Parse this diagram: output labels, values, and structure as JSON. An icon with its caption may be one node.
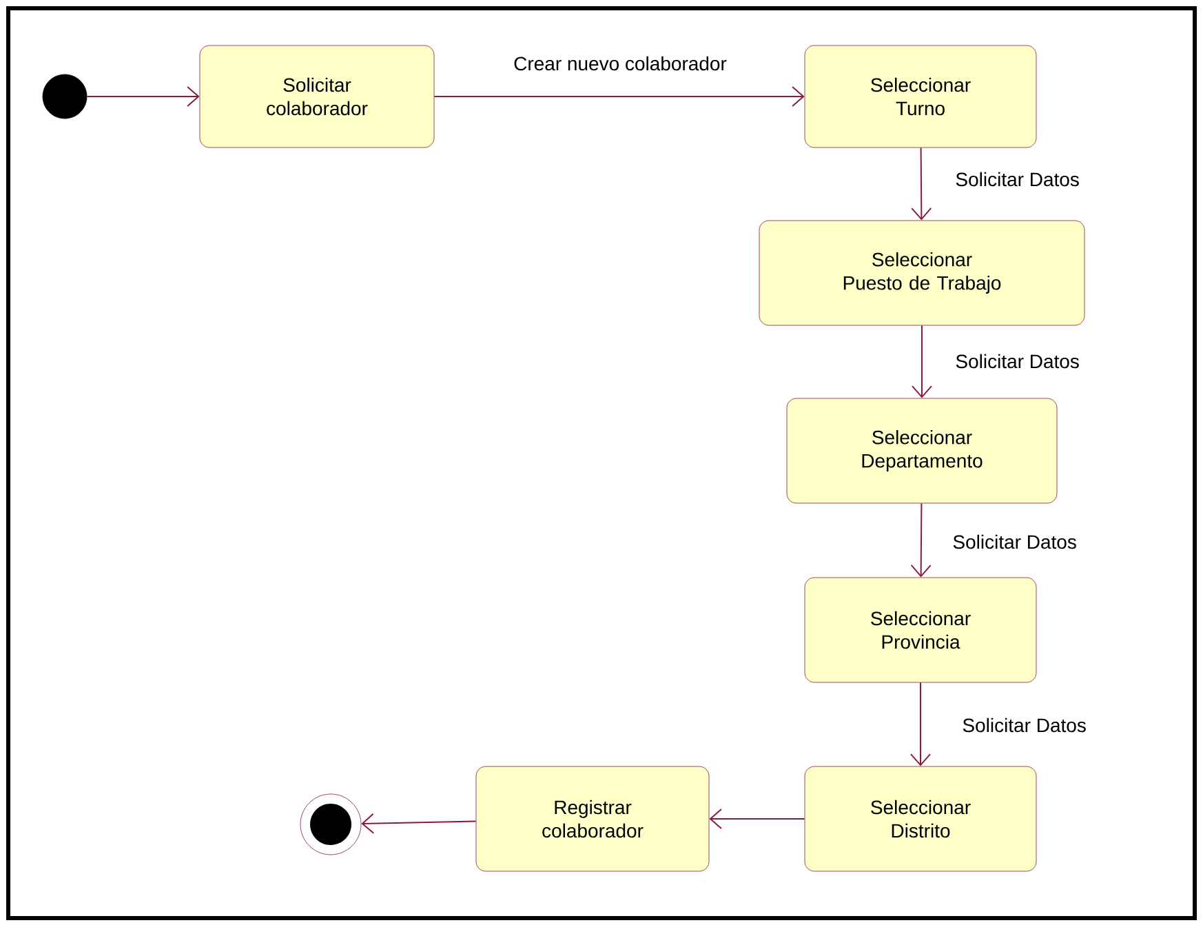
{
  "diagram": {
    "nodes": [
      {
        "text": [],
        "shape": "circle"
      },
      {
        "text": [
          "Solicitar colaborador"
        ]
      },
      {
        "text": [
          "Seleccionar Turno"
        ]
      },
      {
        "text": [
          "Seleccionar Puesto de Trabajo"
        ]
      },
      {
        "text": [
          "Seleccionar Departamento"
        ]
      },
      {
        "text": [
          "Seleccionar Provincia"
        ]
      },
      {
        "text": [
          "Seleccionar Distrito"
        ]
      },
      {
        "text": [
          "Registrar colaborador"
        ]
      },
      {
        "text": [],
        "shape": "bullseye"
      }
    ],
    "edges": [
      {
        "from": 0,
        "to": 1,
        "arrow": "to"
      },
      {
        "from": 1,
        "to": 2,
        "arrow": "to",
        "label": "Crear nuevo colaborador"
      },
      {
        "from": 2,
        "to": 3,
        "arrow": "to",
        "label": "Solicitar Datos"
      },
      {
        "from": 3,
        "to": 4,
        "arrow": "to",
        "label": "Solicitar Datos"
      },
      {
        "from": 4,
        "to": 5,
        "arrow": "to",
        "label": "Solicitar Datos"
      },
      {
        "from": 5,
        "to": 6,
        "arrow": "to",
        "label": "Solicitar Datos"
      },
      {
        "from": 6,
        "to": 7,
        "arrow": "to"
      },
      {
        "from": 7,
        "to": 8,
        "arrow": "to"
      }
    ]
  }
}
